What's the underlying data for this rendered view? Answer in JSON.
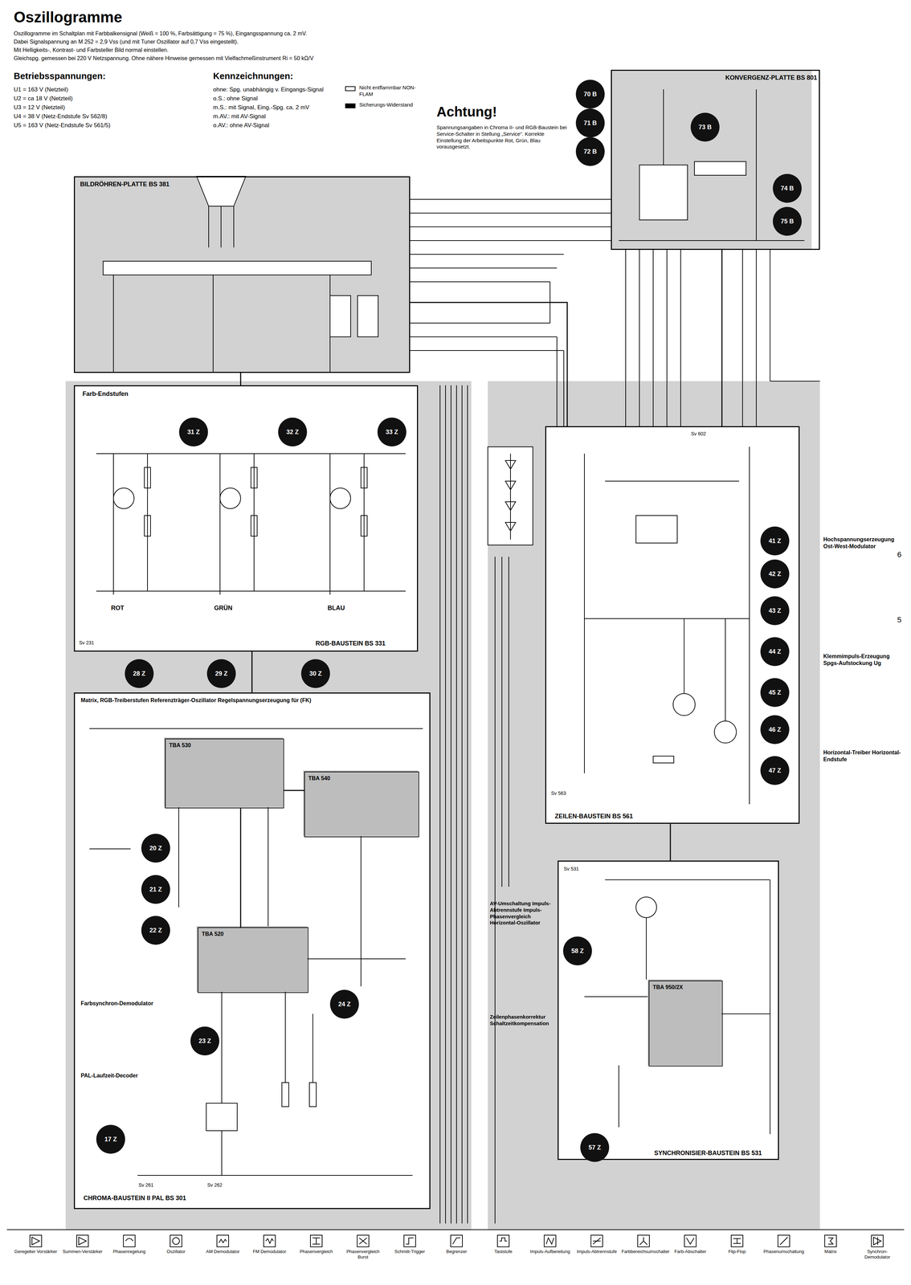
{
  "diagram": {
    "title": "Oszillogramme",
    "nodes": [
      {
        "text": [
          "BILDRÖHREN-PLATTE BS 381"
        ]
      },
      {
        "text": [
          "RGB-BAUSTEIN BS 331"
        ]
      },
      {
        "text": [
          "CHROMA-BAUSTEIN II PAL BS 301"
        ]
      },
      {
        "text": [
          "TBA 530"
        ],
        "in": 2
      },
      {
        "text": [
          "TBA 540"
        ],
        "in": 2
      },
      {
        "text": [
          "TBA 520"
        ],
        "in": 2
      },
      {
        "text": [
          "ZEILEN-BAUSTEIN BS 561"
        ]
      },
      {
        "text": [
          "SYNCHRONISIER-BAUSTEIN BS 531"
        ]
      },
      {
        "text": [
          "TBA 950/2X"
        ],
        "in": 7
      },
      {
        "text": [
          "KONVERGENZ-PLATTE BS 801"
        ]
      }
    ],
    "edges": [
      {
        "from": 2,
        "to": 1,
        "arrow": "none"
      },
      {
        "from": 1,
        "to": 0,
        "arrow": "none"
      },
      {
        "from": 6,
        "to": 0,
        "arrow": "none"
      },
      {
        "from": 6,
        "to": 9,
        "arrow": "none"
      },
      {
        "from": 7,
        "to": 6,
        "arrow": "none"
      },
      {
        "from": 5,
        "to": 3,
        "arrow": "none"
      },
      {
        "from": 4,
        "to": 3,
        "arrow": "none"
      }
    ],
    "labels": [
      "Oszillogramme im Schaltplan mit Farbbalkensignal (Weiß = 100 %, Farbsättigung = 75 %), Eingangsspannung ca. 2 mV.",
      "Dabei Signalspannung an M 252 = 2,9 Vss (und mit Tuner Oszillator auf 0,7 Vss eingestellt).",
      "Mit Helligkeits-, Kontrast- und Farbsteller Bild normal einstellen.",
      "Gleichspg. gemessen bei 220 V Netzspannung. Ohne nähere Hinweise gemessen mit Vielfachmeßinstrument Ri = 50 kΩ/V",
      "Betriebsspannungen:",
      "U1 = 163 V (Netzteil)",
      "U2 = ca 18 V (Netzteil)",
      "U3 = 12 V (Netzteil)",
      "U4 = 38 V (Netz-Endstufe Sv 562/8)",
      "U5 = 163 V (Netz-Endstufe Sv 561/5)",
      "Kennzeichnungen:",
      "ohne: Spg. unabhängig v. Eingangs-Signal",
      "o.S.: ohne Signal",
      "m.S.: mit Signal, Eing.-Spg. ca. 2 mV",
      "m.AV.: mit AV-Signal",
      "o.AV.: ohne AV-Signal",
      "Nicht entflammbar NON-FLAM",
      "Sicherungs-Widerstand",
      "Achtung!",
      "Spannungsangaben in Chroma II- und RGB-Baustein bei Service-Schalter in Stellung „Service“. Korrekte Einstellung der Arbeitspunkte Rot, Grün, Blau vorausgesetzt.",
      "Farb-Endstufen",
      "ROT",
      "GRÜN",
      "BLAU",
      "Sv 231",
      "Matrix, RGB-Treiberstufen Referenzträger-Oszillator Regelspannungserzeugung für (FK)",
      "Farbsynchron-Demodulator",
      "PAL-Laufzeit-Decoder",
      "Sv 261",
      "Sv 262",
      "AV-Umschaltung Impuls-Abtrennstufe Impuls-Phasenvergleich Horizontal-Oszillator",
      "Zeilenphasenkorrektur Schaltzeitkompensation",
      "Sv 531",
      "Horizontal-Treiber Horizontal-Endstufe",
      "Klemmimpuls-Erzeugung Spgs-Aufstockung Ug",
      "Hochspannungserzeugung Ost-West-Modulator",
      "Sv 563",
      "Sv 602",
      "6",
      "5",
      "31 Z",
      "32 Z",
      "33 Z",
      "28 Z",
      "29 Z",
      "30 Z",
      "20 Z",
      "21 Z",
      "22 Z",
      "23 Z",
      "24 Z",
      "17 Z",
      "41 Z",
      "42 Z",
      "43 Z",
      "44 Z",
      "45 Z",
      "46 Z",
      "47 Z",
      "58 Z",
      "57 Z",
      "70 B",
      "71 B",
      "72 B",
      "73 B",
      "74 B",
      "75 B"
    ],
    "legend": [
      {
        "text": "Geregelter Vorstärker"
      },
      {
        "text": "Summen-Verstärker"
      },
      {
        "text": "Phasenregelung"
      },
      {
        "text": "Oszillator"
      },
      {
        "text": "AM Demodulator"
      },
      {
        "text": "FM Demodulator"
      },
      {
        "text": "Phasenvergleich"
      },
      {
        "text": "Phasenvergleich Burst"
      },
      {
        "text": "Schmitt-Trigger"
      },
      {
        "text": "Begrenzer"
      },
      {
        "text": "Taststufe"
      },
      {
        "text": "Impuls-Aufbereitung"
      },
      {
        "text": "Impuls-Abtrennstufe"
      },
      {
        "text": "Farbbereichsumschalter"
      },
      {
        "text": "Farb-Abschalter"
      },
      {
        "text": "Flip-Flop"
      },
      {
        "text": "Phasenumschaltung"
      },
      {
        "text": "Matrix"
      },
      {
        "text": "Synchron-Demodulator"
      }
    ]
  }
}
